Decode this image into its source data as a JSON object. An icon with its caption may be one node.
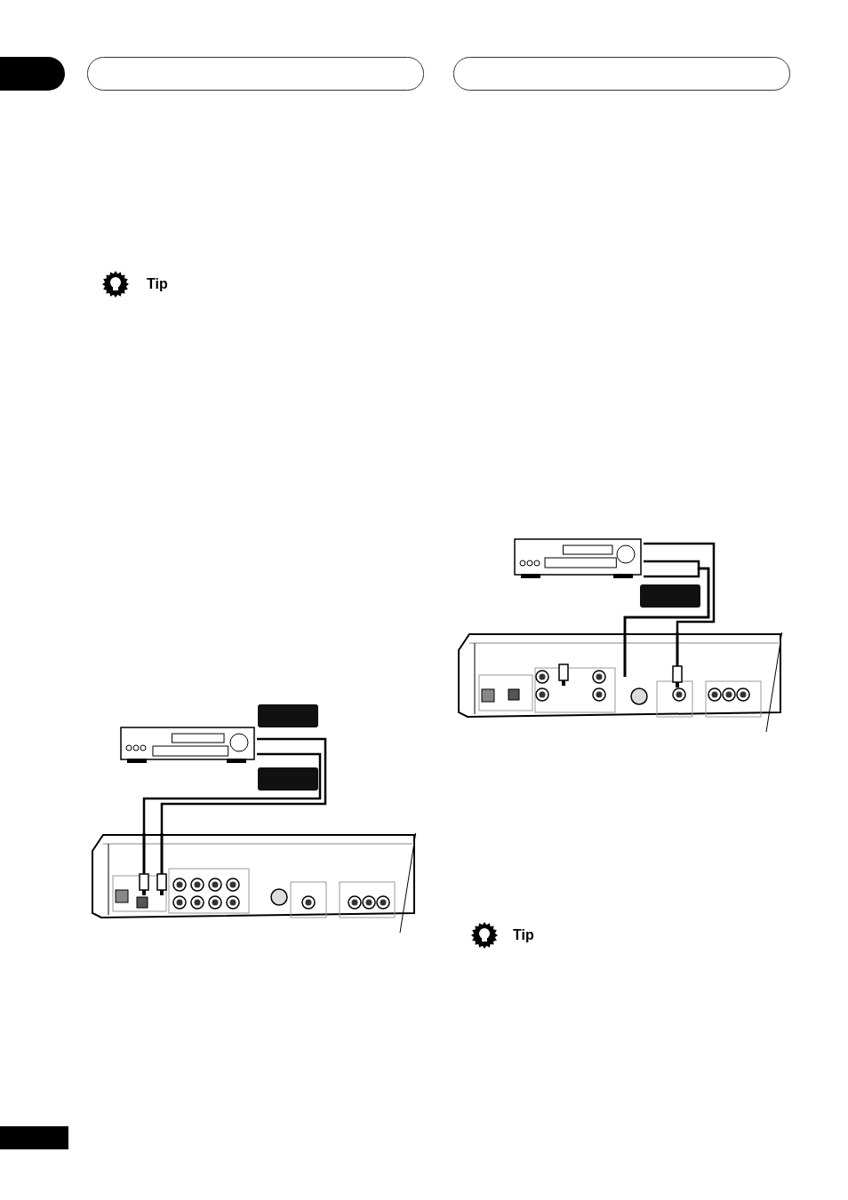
{
  "diagram": {
    "nodes": [
      {
        "text": [],
        "shape": "picture"
      },
      {
        "text": [],
        "shape": "box"
      },
      {
        "text": [],
        "shape": "box"
      },
      {
        "text": [],
        "shape": "picture"
      },
      {
        "text": [],
        "shape": "picture"
      },
      {
        "text": [],
        "shape": "box"
      },
      {
        "text": [],
        "shape": "picture"
      }
    ],
    "edges": [
      {
        "from": 0,
        "to": 3,
        "arrow": "none"
      },
      {
        "from": 0,
        "to": 3,
        "arrow": "none"
      },
      {
        "from": 4,
        "to": 6,
        "arrow": "none"
      },
      {
        "from": 4,
        "to": 6,
        "arrow": "none"
      },
      {
        "from": 4,
        "to": 6,
        "arrow": "none"
      }
    ],
    "labels": [
      "Tip",
      "Tip"
    ]
  }
}
